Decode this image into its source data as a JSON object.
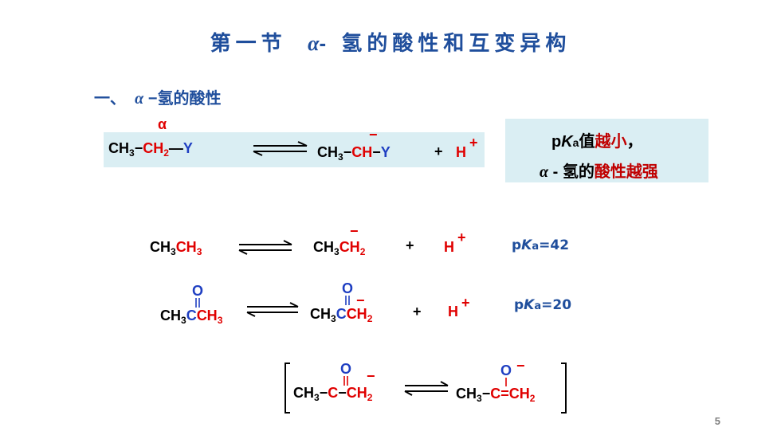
{
  "title": {
    "prefix": "第一节",
    "alpha": "α",
    "rest": "- 氢的酸性和互变异构"
  },
  "section": {
    "num": "一、",
    "alpha": "α",
    "rest": "−氢的酸性"
  },
  "alpha_label": "α",
  "reaction1": {
    "ch3": "CH",
    "sub3": "3",
    "dash": "−",
    "ch2": "CH",
    "sub2": "2",
    "dash2": "—",
    "y": "Y",
    "prod_ch3": "CH",
    "prod_sub3": "3",
    "prod_dash": "−",
    "prod_ch": "CH",
    "prod_dash2": "−",
    "prod_y": "Y",
    "plus": "+",
    "h": "H",
    "hcharge": "+",
    "minus": "−"
  },
  "note": {
    "p": "p",
    "k": "K",
    "a": "a",
    "val": "值",
    "smaller": "越小",
    "comma": "，",
    "alpha": "α",
    "line2": "- 氢的",
    "stronger": "酸性越强"
  },
  "reaction2": {
    "left": "CH",
    "s1": "3",
    "left_red": "CH",
    "s2": "3",
    "right": "CH",
    "s3": "3",
    "right_red": "CH",
    "s4": "2",
    "plus": "+",
    "h": "H",
    "hcharge": "+",
    "minus": "−",
    "pka_p": "p",
    "pka_k": "K",
    "pka_a": "a",
    "pka_val": "=42"
  },
  "reaction3": {
    "left": "CH",
    "s1": "3",
    "c": "C",
    "left_red": "CH",
    "s2": "3",
    "o": "O",
    "right": "CH",
    "s3": "3",
    "rc": "C",
    "right_red": "CH",
    "s4": "2",
    "plus": "+",
    "h": "H",
    "hcharge": "+",
    "minus": "−",
    "pka_p": "p",
    "pka_k": "K",
    "pka_a": "a",
    "pka_val": "=20"
  },
  "tautomer": {
    "left_ch3": "CH",
    "s1": "3",
    "dash": "−",
    "c": "C",
    "dash2": "−",
    "ch2": "CH",
    "s2": "2",
    "o": "O",
    "minus": "−",
    "right_ch3": "CH",
    "s3": "3",
    "dash3": "−",
    "rc": "C",
    "eq": "=",
    "rch2": "CH",
    "s4": "2",
    "ro": "O",
    "rminus": "−"
  },
  "page_number": "5"
}
